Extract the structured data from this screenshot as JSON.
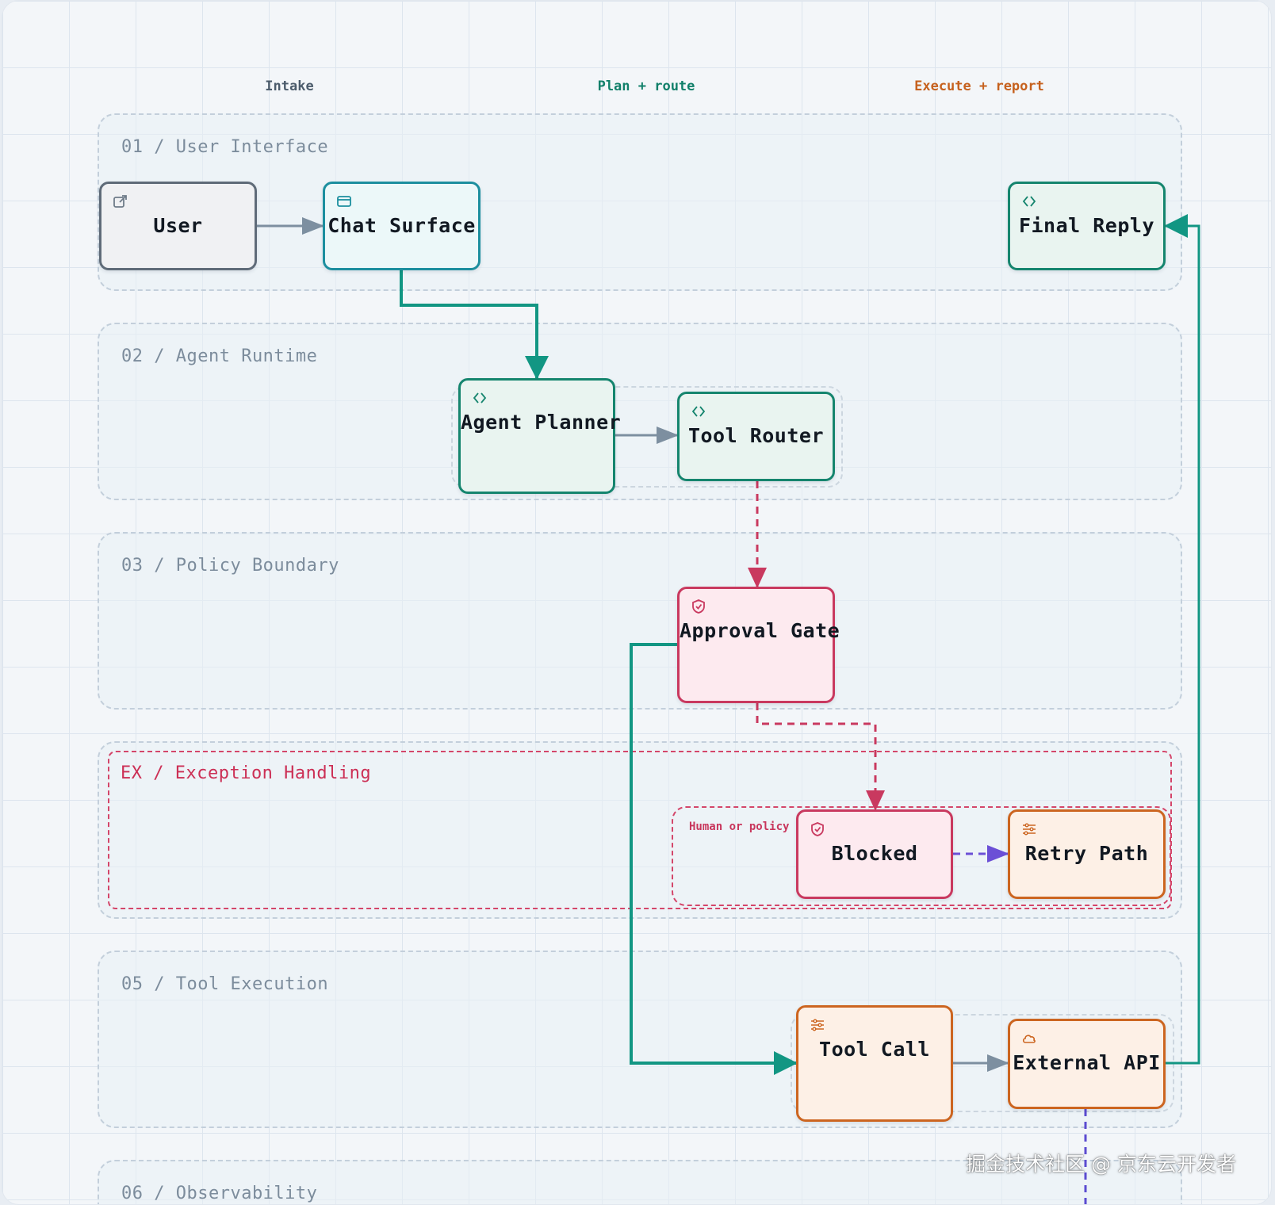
{
  "lanes": {
    "intake": "Intake",
    "plan": "Plan + route",
    "execute": "Execute + report"
  },
  "bands": {
    "ui": "01 / User Interface",
    "runtime": "02 / Agent Runtime",
    "policy": "03 / Policy Boundary",
    "exception": "EX / Exception Handling",
    "tools": "05 / Tool Execution",
    "observability": "06 / Observability"
  },
  "subgroup_label": "Human or policy",
  "nodes": {
    "user": "User",
    "chat_surface": "Chat Surface",
    "final_reply": "Final Reply",
    "agent_planner": "Agent Planner",
    "tool_router": "Tool Router",
    "approval_gate": "Approval Gate",
    "blocked": "Blocked",
    "retry_path": "Retry Path",
    "tool_call": "Tool Call",
    "external_api": "External API"
  },
  "icons": {
    "user": "external-link-icon",
    "chat_surface": "browser-window-icon",
    "final_reply": "code-brackets-icon",
    "agent_planner": "code-brackets-icon",
    "tool_router": "code-brackets-icon",
    "approval_gate": "shield-check-icon",
    "blocked": "shield-check-icon",
    "retry_path": "sliders-icon",
    "tool_call": "sliders-icon",
    "external_api": "cloud-icon"
  },
  "colors": {
    "teal": "#1c8f9f",
    "green": "#15856e",
    "red": "#c9395f",
    "orange": "#cc6520",
    "purple": "#6b4fd6",
    "slate": "#6f8394"
  },
  "watermark": "掘金技术社区 @ 京东云开发者"
}
